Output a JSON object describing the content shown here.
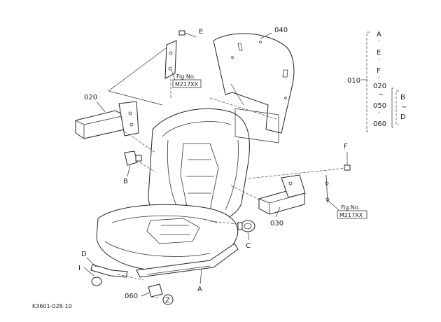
{
  "diagram": {
    "drawing_id": "K3601-028-10",
    "part_labels": {
      "p010": "010",
      "p020": "020",
      "p030": "030",
      "p040": "040",
      "p060": "060"
    },
    "letters": {
      "A": "A",
      "B": "B",
      "C": "C",
      "D": "D",
      "E": "E",
      "F": "F",
      "I": "I",
      "Z": "Z"
    },
    "fig_refs": [
      {
        "line1": "Fig.No.",
        "line2": "M217XX"
      },
      {
        "line1": "Fig.No.",
        "line2": "M217XX"
      }
    ],
    "legend": {
      "code": "010",
      "items": [
        "A",
        "E",
        "F",
        "020",
        "050",
        "060"
      ],
      "tilde": "~",
      "group_items": [
        "B",
        "D"
      ]
    }
  }
}
